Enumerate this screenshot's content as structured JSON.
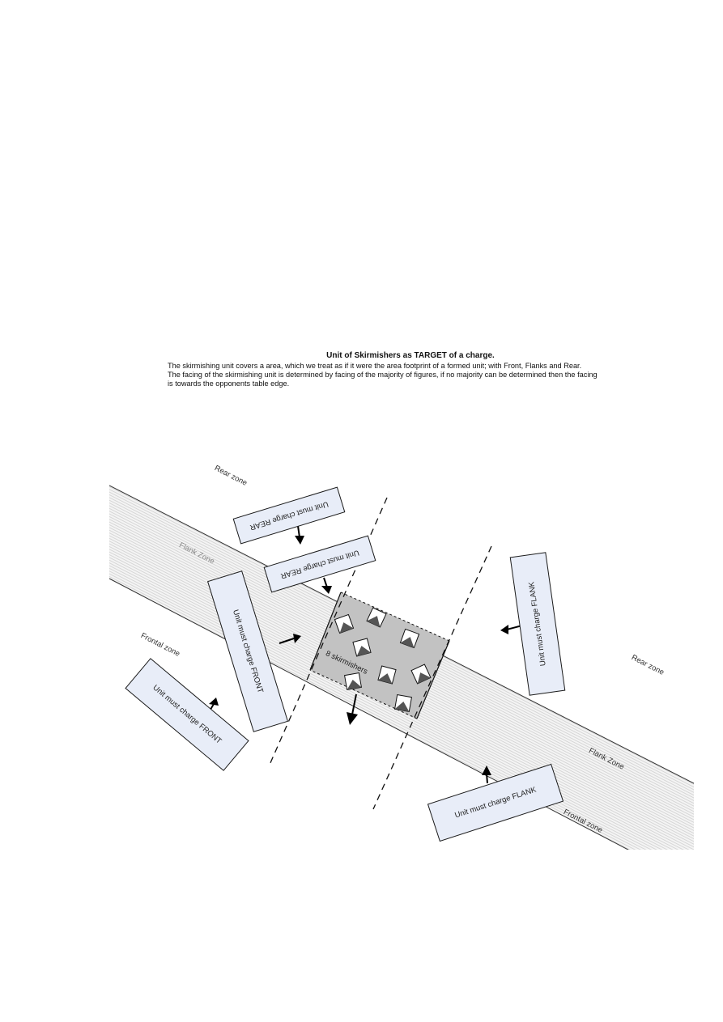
{
  "header": {
    "title": "Unit of Skirmishers as TARGET of a charge.",
    "line1": "The skirmishing unit covers a area, which we treat as if it were the area footprint of a formed unit; with Front, Flanks and Rear.",
    "line2": "The facing of the skirmishing unit is determined by facing of the majority of figures, if no majority can be determined then the facing",
    "line3": "is towards the opponents table edge."
  },
  "diagram": {
    "zones": {
      "rear_left": "Rear zone",
      "flank_left": "Flank Zone",
      "frontal_left": "Frontal zone",
      "rear_right": "Rear zone",
      "flank_right": "Flank Zone",
      "frontal_right": "Frontal zone"
    },
    "skirmish_label": "8 skirmishers",
    "boxes": {
      "rear_top": "Unit must charge REAR",
      "rear_near": "Unit must charge REAR",
      "front_near": "Unit must charge FRONT",
      "front_far": "Unit must charge FRONT",
      "flank_top": "Unit must charge FLANK",
      "flank_bottom": "Unit must charge FLANK"
    },
    "colors": {
      "box_fill": "#e8edf8",
      "skirmish_area": "#c2c2c2",
      "corridor_stripe": "#cfcfcf"
    }
  }
}
